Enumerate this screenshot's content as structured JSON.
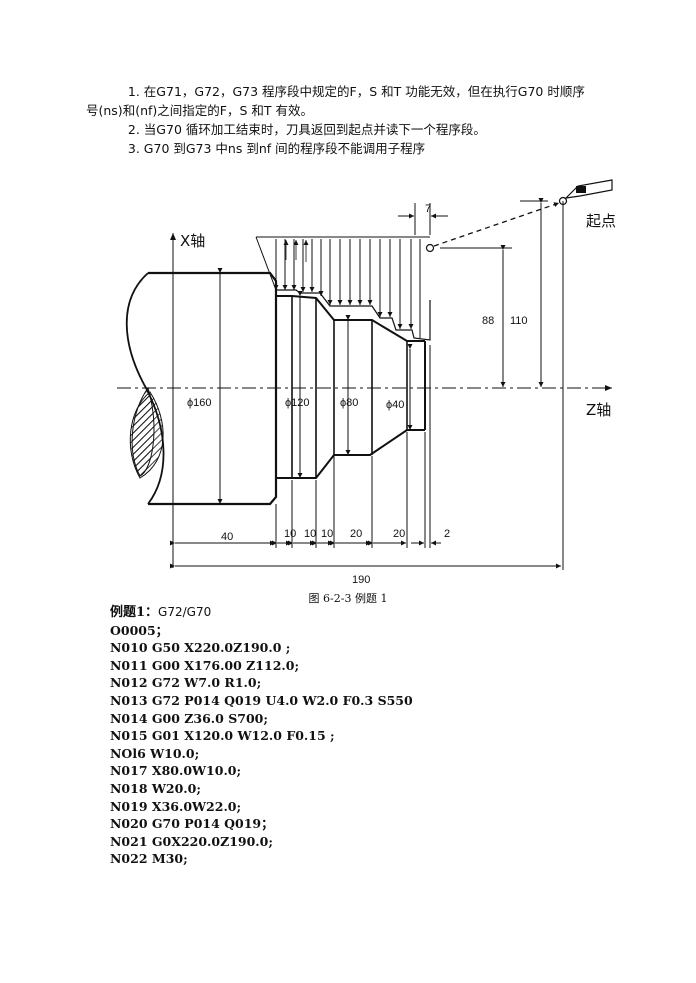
{
  "notes": {
    "line1": "1. 在G71，G72，G73 程序段中规定的F，S 和T 功能无效，但在执行G70 时顺序",
    "line1b": "号(ns)和(nf)之间指定的F，S 和T 有效。",
    "line2": "2. 当G70 循环加工结束时，刀具返回到起点并读下一个程序段。",
    "line3": "3. G70 到G73 中ns 到nf 间的程序段不能调用子程序"
  },
  "figure": {
    "x_axis": "X轴",
    "z_axis": "Z轴",
    "start_point": "起点",
    "dia_160": "ϕ160",
    "dia_120": "ϕ120",
    "dia_80": "ϕ80",
    "dia_40": "ϕ40",
    "dim_7": "7",
    "dim_88": "88",
    "dim_110": "110",
    "dim_40": "40",
    "dim_10a": "10",
    "dim_10b": "10",
    "dim_10c": "10",
    "dim_20a": "20",
    "dim_20b": "20",
    "dim_2": "2",
    "dim_190": "190",
    "caption": "图 6-2-3  例题 1"
  },
  "program": {
    "title_bold": "例题1：",
    "title_plain": "G72/G70",
    "lines": [
      "O0005；",
      "N010 G50 X220.0Z190.0 ;",
      "N011 G00 X176.00 Z112.0;",
      "N012 G72 W7.0 R1.0;",
      "N013 G72 P014 Q019 U4.0 W2.0 F0.3 S550",
      "N014 G00 Z36.0 S700;",
      "N015 G01 X120.0 W12.0 F0.15 ;",
      "NOl6 W10.0;",
      "N017 X80.0W10.0;",
      "N018 W20.0;",
      "N019 X36.0W22.0;",
      "N020 G70 P014 Q019；",
      "N021 G0X220.0Z190.0;",
      "N022 M30;"
    ]
  }
}
